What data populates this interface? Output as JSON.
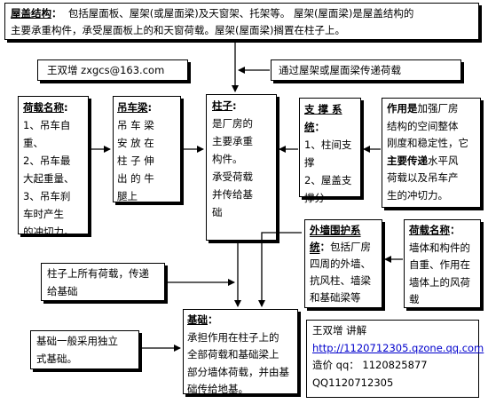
{
  "roof": {
    "title": "屋盖结构",
    "colon": "：",
    "line1": "包括屋面板、屋架(或屋面梁)及天窗架、托架等。 屋架(屋面梁)是屋盖结构的",
    "line2": "主要承重构件，承受屋面板上的和天窗荷载。屋架(屋面梁)搁置在柱子上。"
  },
  "author_top": "王双增 zxgcs@163.com",
  "transfer_note": "通过屋架或屋面梁传递荷载",
  "load_names": {
    "title": "荷载名称",
    "colon": ":",
    "lines": [
      "1、吊车自",
      "重、",
      "2、吊车最",
      "大起重量、",
      "3、吊车刹",
      "车时产生",
      "的冲切力。"
    ]
  },
  "crane_beam": {
    "title": "吊车梁",
    "colon": ":",
    "lines": [
      "吊 车 梁",
      "安 放 在",
      "柱 子 伸",
      "出 的 牛",
      "腿上"
    ]
  },
  "column": {
    "title": "柱子",
    "colon": ":",
    "lines": [
      "是厂房的",
      "主要承重",
      "构件。",
      "承受荷载",
      "并传给基",
      "础"
    ]
  },
  "support": {
    "title1": "支 撑 系",
    "title2": "统",
    "colon": "：",
    "lines": [
      "1、柱间支",
      "撑",
      "2、屋盖支",
      "撑分"
    ]
  },
  "effect": {
    "title": "作用是",
    "text1": "加强厂房",
    "line2": "结构的空间整体",
    "line3": "刚度和稳定性，它",
    "title2": "主要传递",
    "text2": "水平风",
    "line5": "荷载以及吊车产",
    "line6": "生的冲切力。"
  },
  "wall": {
    "title1": "外墙围护系",
    "title2": "统",
    "colon": "：",
    "text1": "包括厂房",
    "lines": [
      "四周的外墙、",
      "抗风柱、墙梁",
      "和基础梁等"
    ]
  },
  "load_names2": {
    "title": "荷载名称",
    "colon": "：",
    "lines": [
      "墙体和构件的",
      "自重、作用在",
      "墙体上的风荷",
      "载"
    ]
  },
  "column_loads": {
    "lines": [
      "柱子上所有荷载，传递",
      "给基础"
    ]
  },
  "foundation_note": {
    "lines": [
      "基础一般采用独立",
      "式基础。"
    ]
  },
  "foundation": {
    "title": "基础",
    "colon": "：",
    "text1": "承担作用在柱子上的",
    "lines": [
      "全部荷载和基础梁上",
      "部分墙体荷载，并由基",
      "础传给地基。"
    ]
  },
  "credits": {
    "line1": "王双增 讲解",
    "link": "http://1120712305.qzone.qq.com",
    "qq1": "造价 qq： 1120825877",
    "qq2": "QQ1120712305"
  }
}
